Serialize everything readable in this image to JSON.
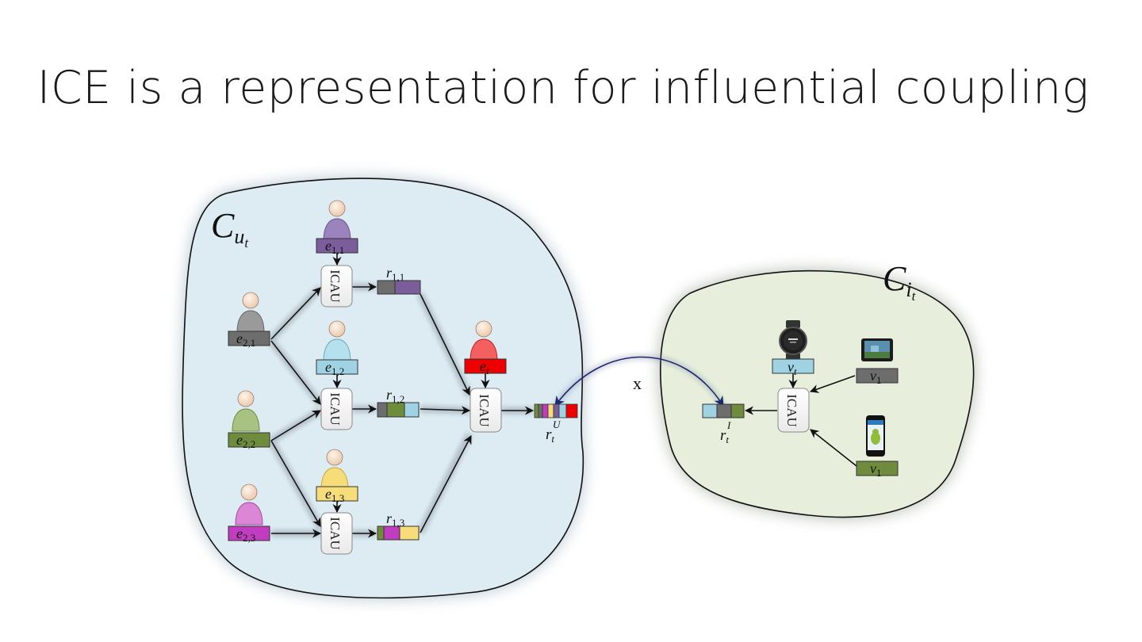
{
  "slide": {
    "title": "ICE is a representation for influential coupling"
  },
  "user_cluster": {
    "label": "C",
    "label_sub": "u",
    "label_sub2": "t",
    "fill": "#dcecf2",
    "nodes": {
      "e11": {
        "base": "e",
        "sub": "1,1",
        "color": "#7b5d9c"
      },
      "e21": {
        "base": "e",
        "sub": "2,1",
        "color": "#6d6d6d"
      },
      "e12": {
        "base": "e",
        "sub": "1,2",
        "color": "#9fd3e4"
      },
      "e22": {
        "base": "e",
        "sub": "2,2",
        "color": "#6f8c3d"
      },
      "e13": {
        "base": "e",
        "sub": "1,3",
        "color": "#f7dc7a"
      },
      "e23": {
        "base": "e",
        "sub": "2,3",
        "color": "#c13cbf"
      },
      "et": {
        "base": "e",
        "sub": "t",
        "color": "#ee0000"
      }
    },
    "relations": {
      "r11": {
        "base": "r",
        "sub": "1,1"
      },
      "r12": {
        "base": "r",
        "sub": "1,2"
      },
      "r13": {
        "base": "r",
        "sub": "1,3"
      },
      "rtu": {
        "base": "r",
        "sub": "t",
        "sup": "U"
      }
    },
    "unit_label": "ICAU"
  },
  "item_cluster": {
    "label": "C",
    "label_sub": "i",
    "label_sub2": "t",
    "fill": "#e7efdc",
    "nodes": {
      "vt": {
        "base": "v",
        "sub": "t",
        "color": "#9fd3e4"
      },
      "v1a": {
        "base": "v",
        "sub": "1",
        "color": "#6d6d6d"
      },
      "v1b": {
        "base": "v",
        "sub": "1",
        "color": "#6f8c3d"
      }
    },
    "relations": {
      "rti": {
        "base": "r",
        "sub": "t",
        "sup": "I"
      }
    },
    "unit_label": "ICAU"
  },
  "coupling": {
    "label": "x"
  }
}
